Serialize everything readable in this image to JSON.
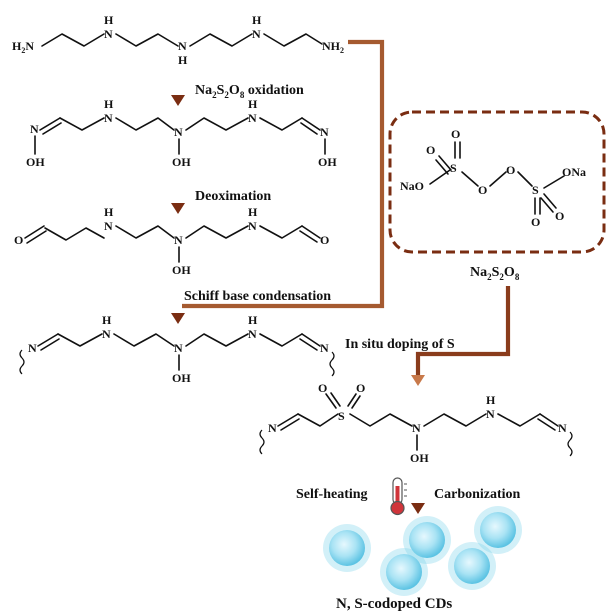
{
  "colors": {
    "arrow_top": "#c8794a",
    "arrow_bottom": "#7a2d12",
    "box_border": "#7a2d12",
    "text": "#111111",
    "cd_outer": "#7fd4ec",
    "cd_inner": "#dff6fd",
    "thermometer": "#d0343a"
  },
  "steps": {
    "oxidation": {
      "pre": "Na",
      "s1": "2",
      "mid": "S",
      "s2": "2",
      "mid2": "O",
      "s3": "8",
      "post": " oxidation"
    },
    "deoximation": "Deoximation",
    "schiff": "Schiff base condensation",
    "doping": "In situ doping of S",
    "self_heating": "Self-heating",
    "carbonization": "Carbonization",
    "product": "N, S-codoped CDs"
  },
  "reagent": {
    "pre": "Na",
    "s1": "2",
    "mid": "S",
    "s2": "2",
    "mid2": "O",
    "s3": "8"
  },
  "atoms": {
    "H": "H",
    "H2": "2",
    "N": "N",
    "O": "O",
    "OH": "OH",
    "S": "S",
    "Na": "Na",
    "H2N": "H",
    "NaO": "NaO",
    "ONa": "ONa"
  },
  "icons": [
    "thermometer-icon",
    "carbon-dot-icon"
  ]
}
